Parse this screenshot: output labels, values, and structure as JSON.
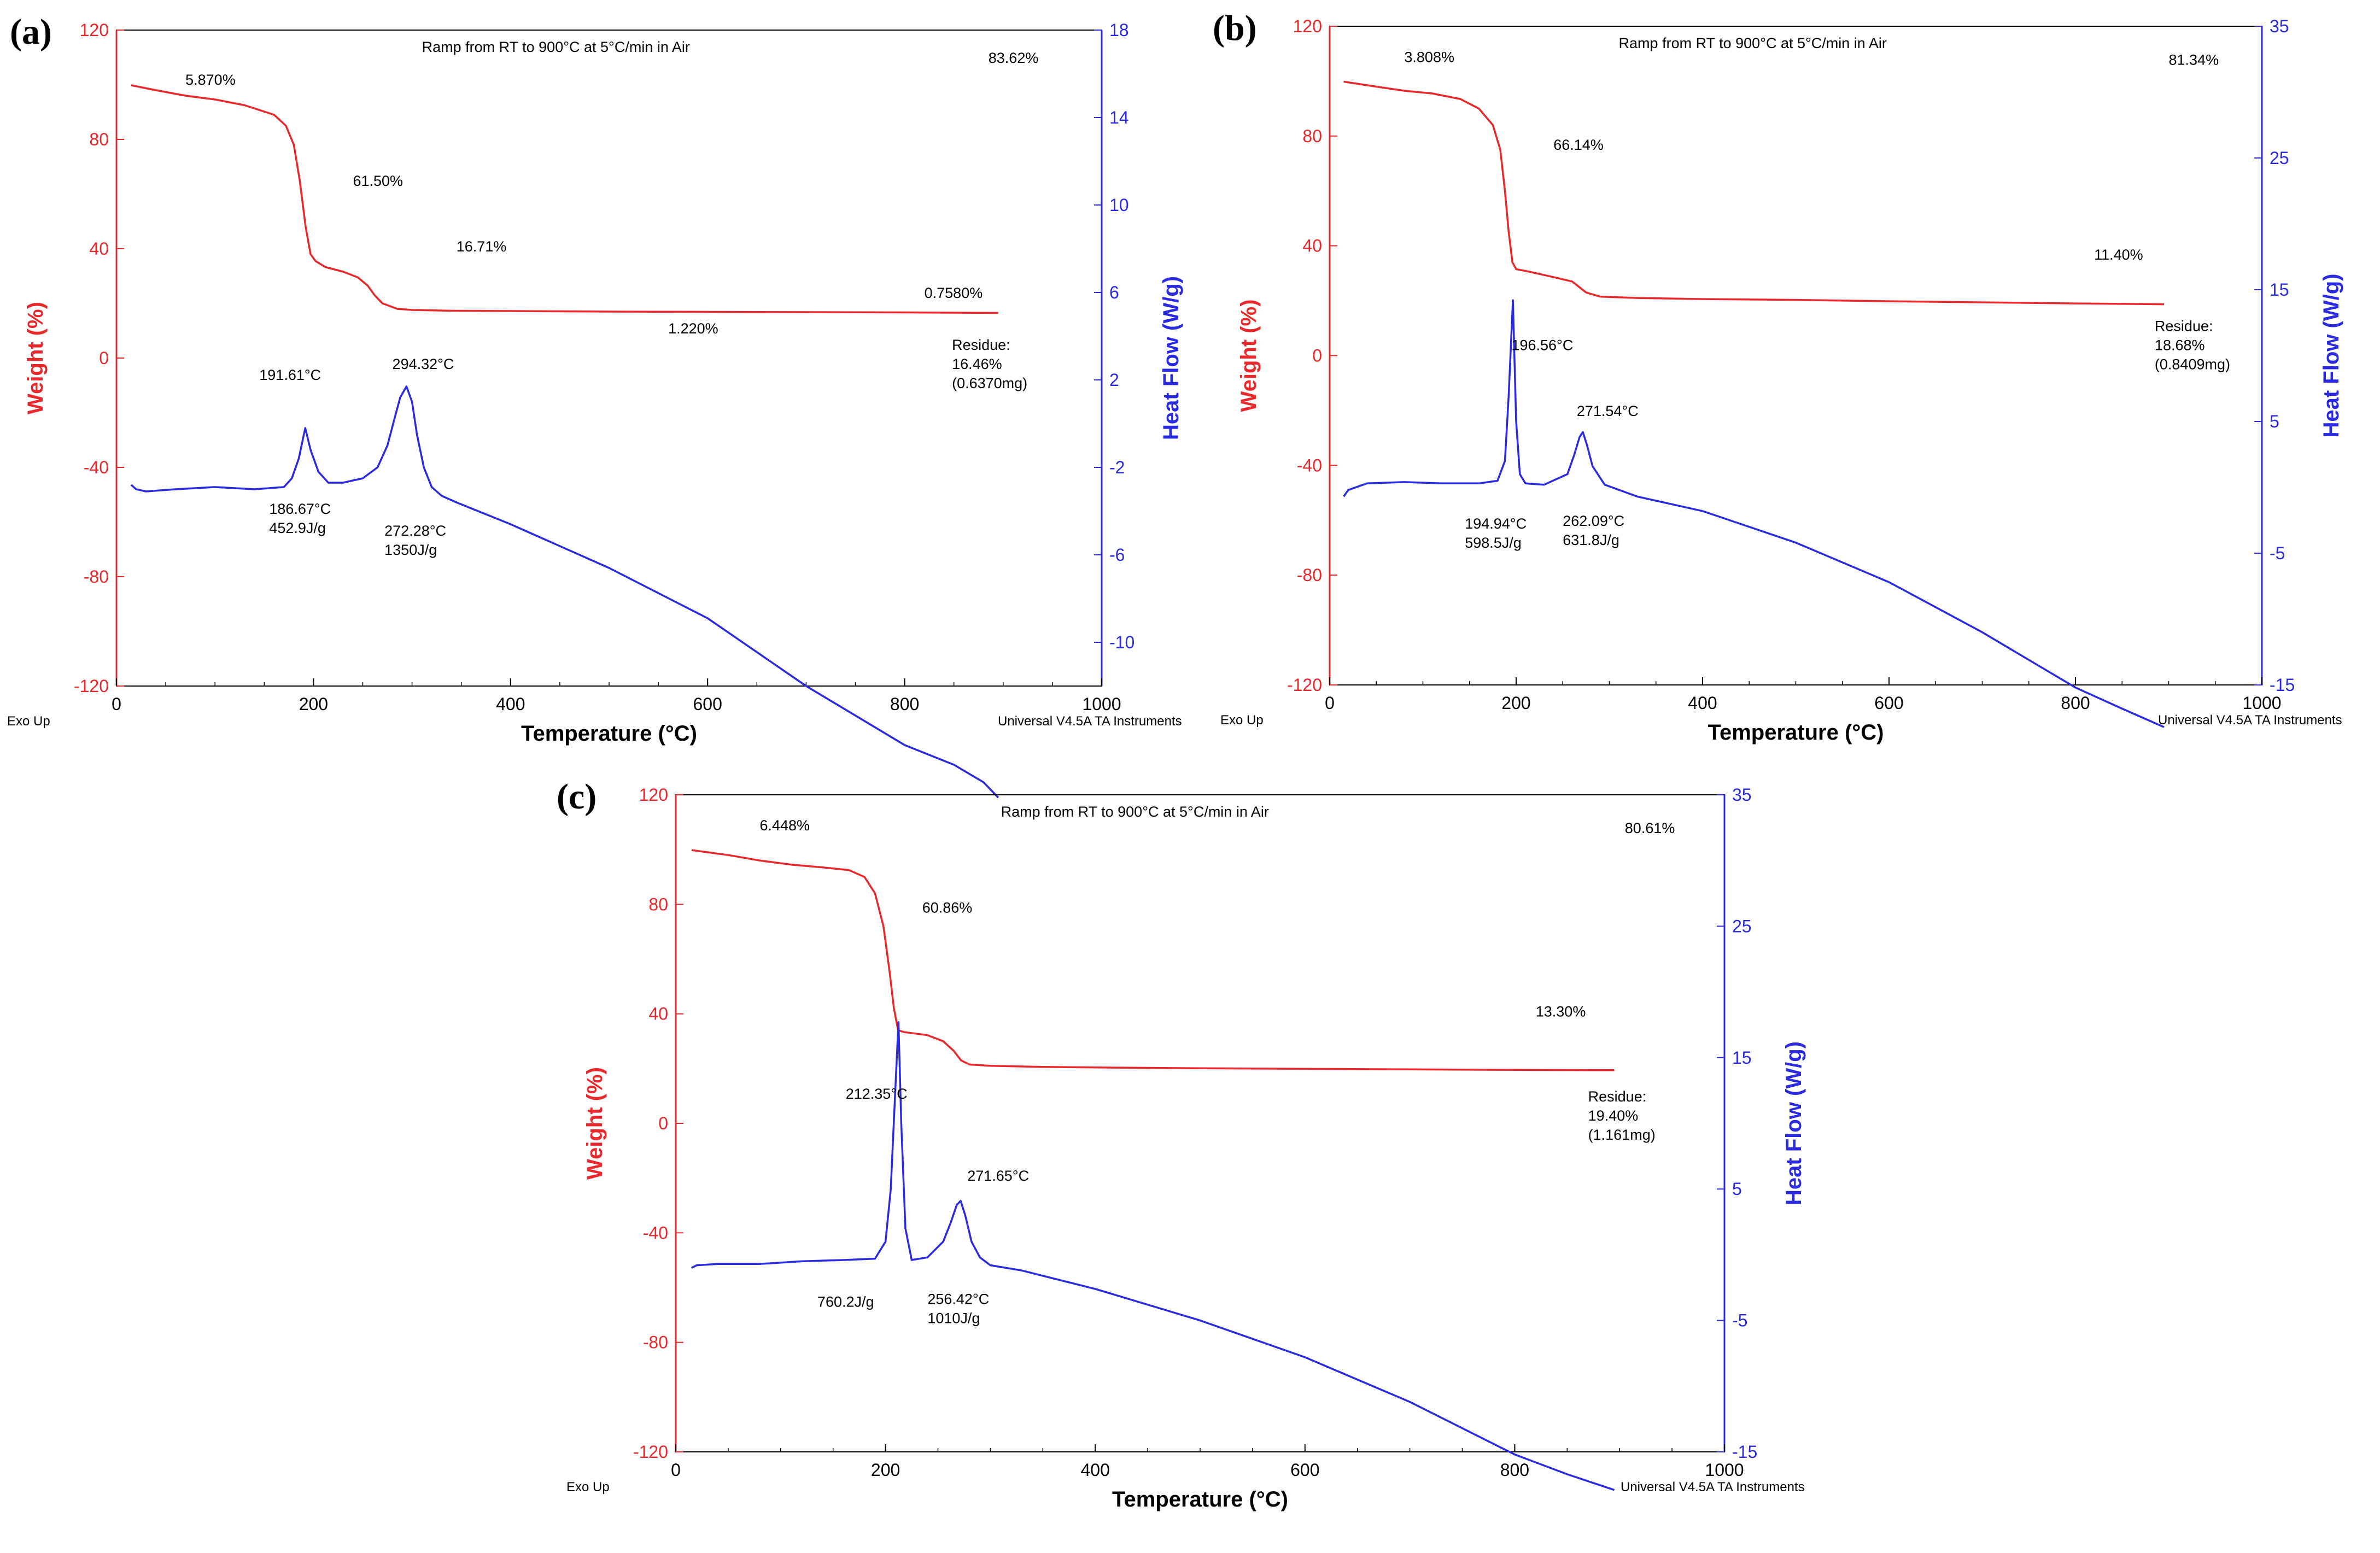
{
  "chart_data": [
    {
      "type": "line",
      "panel_label": "(a)",
      "title": "Ramp from RT to 900°C at 5°C/min in Air",
      "xlabel": "Temperature (°C)",
      "ylabel_left": "Weight (%)",
      "ylabel_right": "Heat Flow (W/g)",
      "footer_left": "Exo Up",
      "footer_right": "Universal V4.5A TA Instruments",
      "xlim": [
        0,
        1000
      ],
      "ylim_left": [
        -120,
        120
      ],
      "ylim_right": [
        -12,
        18
      ],
      "x_ticks": [
        0,
        200,
        400,
        600,
        800,
        1000
      ],
      "y_left_ticks": [
        -120,
        -80,
        -40,
        0,
        40,
        80,
        120
      ],
      "y_right_ticks": [
        -10,
        -6,
        -2,
        2,
        6,
        10,
        14,
        18
      ],
      "grid": false,
      "colors": {
        "weight": "#e8282b",
        "heat_flow": "#2a2ae0",
        "axis_left": "#e8282b",
        "axis_right": "#2a2ae0",
        "marker": "#000000"
      },
      "series": [
        {
          "name": "Weight (%)",
          "axis": "left",
          "color": "#e8282b",
          "x": [
            15,
            40,
            70,
            100,
            130,
            160,
            172,
            180,
            186,
            192,
            197,
            202,
            212,
            230,
            245,
            255,
            262,
            270,
            285,
            300,
            340,
            400,
            450,
            500,
            600,
            700,
            800,
            895
          ],
          "y": [
            99.8,
            98,
            96,
            94.6,
            92.5,
            89,
            85,
            78,
            65,
            48,
            38,
            35.5,
            33.3,
            31.6,
            29.5,
            26.5,
            23,
            20,
            18,
            17.6,
            17.3,
            17.2,
            17.1,
            17.0,
            16.9,
            16.8,
            16.7,
            16.5
          ]
        },
        {
          "name": "Heat Flow (W/g)",
          "axis": "right",
          "color": "#2a2ae0",
          "x": [
            15,
            20,
            30,
            60,
            100,
            140,
            170,
            178,
            185,
            191.61,
            197,
            205,
            215,
            230,
            250,
            265,
            275,
            282,
            288,
            294.32,
            300,
            305,
            312,
            320,
            330,
            345,
            400,
            500,
            600,
            700,
            800,
            850,
            880,
            895
          ],
          "y": [
            -2.8,
            -3.0,
            -3.1,
            -3.0,
            -2.9,
            -3.0,
            -2.9,
            -2.5,
            -1.6,
            -0.2,
            -1.2,
            -2.2,
            -2.7,
            -2.7,
            -2.5,
            -2.0,
            -1.0,
            0.2,
            1.2,
            1.7,
            1.0,
            -0.5,
            -2.0,
            -2.9,
            -3.3,
            -3.6,
            -4.6,
            -6.6,
            -8.9,
            -12.0,
            -14.7,
            -15.6,
            -16.4,
            -17.1
          ]
        }
      ],
      "annotations": [
        {
          "text": "5.870%",
          "x": 70,
          "y": 100
        },
        {
          "text": "61.50%",
          "x": 240,
          "y": 63
        },
        {
          "text": "16.71%",
          "x": 345,
          "y": 39
        },
        {
          "text": "1.220%",
          "x": 560,
          "y": 9
        },
        {
          "text": "83.62%",
          "x": 885,
          "y": 108
        },
        {
          "text": "0.7580%",
          "x": 820,
          "y": 22
        },
        {
          "text": "Residue:",
          "x": 848,
          "y": 3
        },
        {
          "text": "16.46%",
          "x": 848,
          "y": -4
        },
        {
          "text": "(0.6370mg)",
          "x": 848,
          "y": -11
        },
        {
          "text": "191.61°C",
          "x": 145,
          "y": -8
        },
        {
          "text": "294.32°C",
          "x": 280,
          "y": -4
        },
        {
          "text": "186.67°C",
          "x": 155,
          "y": -57
        },
        {
          "text": "452.9J/g",
          "x": 155,
          "y": -64
        },
        {
          "text": "272.28°C",
          "x": 272,
          "y": -65
        },
        {
          "text": "1350J/g",
          "x": 272,
          "y": -72
        }
      ]
    },
    {
      "type": "line",
      "panel_label": "(b)",
      "title": "Ramp from RT to 900°C at 5°C/min in Air",
      "xlabel": "Temperature (°C)",
      "ylabel_left": "Weight (%)",
      "ylabel_right": "Heat Flow (W/g)",
      "footer_left": "Exo Up",
      "footer_right": "Universal V4.5A TA Instruments",
      "xlim": [
        0,
        1000
      ],
      "ylim_left": [
        -120,
        120
      ],
      "ylim_right": [
        -15,
        35
      ],
      "x_ticks": [
        0,
        200,
        400,
        600,
        800,
        1000
      ],
      "y_left_ticks": [
        -120,
        -80,
        -40,
        0,
        40,
        80,
        120
      ],
      "y_right_ticks": [
        -15,
        -5,
        5,
        15,
        25,
        35
      ],
      "grid": false,
      "colors": {
        "weight": "#e8282b",
        "heat_flow": "#2a2ae0",
        "axis_left": "#e8282b",
        "axis_right": "#2a2ae0",
        "marker": "#000000"
      },
      "series": [
        {
          "name": "Weight (%)",
          "axis": "left",
          "color": "#e8282b",
          "x": [
            15,
            50,
            80,
            110,
            140,
            160,
            175,
            183,
            188,
            192,
            196,
            200,
            215,
            240,
            260,
            275,
            290,
            330,
            400,
            500,
            600,
            700,
            800,
            895
          ],
          "y": [
            99.8,
            98,
            96.5,
            95.5,
            93.5,
            90,
            84,
            75,
            60,
            45,
            34,
            31.5,
            30.5,
            28.6,
            27,
            23,
            21.5,
            21,
            20.6,
            20.3,
            19.8,
            19.4,
            19.0,
            18.7
          ]
        },
        {
          "name": "Heat Flow (W/g)",
          "axis": "right",
          "color": "#2a2ae0",
          "x": [
            15,
            20,
            40,
            80,
            120,
            160,
            180,
            188,
            192,
            196.56,
            200,
            204,
            210,
            230,
            255,
            262,
            268,
            271.54,
            276,
            282,
            295,
            330,
            400,
            500,
            600,
            700,
            800,
            850,
            895
          ],
          "y": [
            -0.7,
            -0.2,
            0.3,
            0.4,
            0.3,
            0.3,
            0.5,
            2.0,
            7.0,
            14.2,
            5.0,
            1.0,
            0.3,
            0.2,
            1.0,
            2.4,
            3.8,
            4.2,
            3.2,
            1.6,
            0.2,
            -0.7,
            -1.8,
            -4.2,
            -7.2,
            -11.0,
            -15.2,
            -16.8,
            -18.2
          ]
        }
      ],
      "annotations": [
        {
          "text": "3.808%",
          "x": 80,
          "y": 107
        },
        {
          "text": "66.14%",
          "x": 240,
          "y": 75
        },
        {
          "text": "81.34%",
          "x": 900,
          "y": 106
        },
        {
          "text": "11.40%",
          "x": 820,
          "y": 35
        },
        {
          "text": "Residue:",
          "x": 885,
          "y": 9
        },
        {
          "text": "18.68%",
          "x": 885,
          "y": 2
        },
        {
          "text": "(0.8409mg)",
          "x": 885,
          "y": -5
        },
        {
          "text": "196.56°C",
          "x": 195,
          "y": 2
        },
        {
          "text": "271.54°C",
          "x": 265,
          "y": -22
        },
        {
          "text": "194.94°C",
          "x": 145,
          "y": -63
        },
        {
          "text": "598.5J/g",
          "x": 145,
          "y": -70
        },
        {
          "text": "262.09°C",
          "x": 250,
          "y": -62
        },
        {
          "text": "631.8J/g",
          "x": 250,
          "y": -69
        }
      ]
    },
    {
      "type": "line",
      "panel_label": "(c)",
      "title": "Ramp from RT to 900°C at 5°C/min in Air",
      "xlabel": "Temperature (°C)",
      "ylabel_left": "Weight (%)",
      "ylabel_right": "Heat Flow (W/g)",
      "footer_left": "Exo Up",
      "footer_right": "Universal V4.5A TA Instruments",
      "xlim": [
        0,
        1000
      ],
      "ylim_left": [
        -120,
        120
      ],
      "ylim_right": [
        -15,
        35
      ],
      "x_ticks": [
        0,
        200,
        400,
        600,
        800,
        1000
      ],
      "y_left_ticks": [
        -120,
        -80,
        -40,
        0,
        40,
        80,
        120
      ],
      "y_right_ticks": [
        -15,
        -5,
        5,
        15,
        25,
        35
      ],
      "grid": false,
      "colors": {
        "weight": "#e8282b",
        "heat_flow": "#2a2ae0",
        "axis_left": "#e8282b",
        "axis_right": "#2a2ae0",
        "marker": "#000000"
      },
      "series": [
        {
          "name": "Weight (%)",
          "axis": "left",
          "color": "#e8282b",
          "x": [
            15,
            50,
            80,
            110,
            140,
            165,
            180,
            190,
            198,
            204,
            208,
            212,
            218,
            240,
            255,
            265,
            272,
            280,
            300,
            350,
            400,
            500,
            600,
            700,
            800,
            895
          ],
          "y": [
            99.8,
            98,
            96,
            94.5,
            93.5,
            92.5,
            90,
            84,
            72,
            55,
            42,
            34,
            33.3,
            32.2,
            30,
            26.5,
            23,
            21.5,
            21,
            20.6,
            20.4,
            20.1,
            19.9,
            19.7,
            19.5,
            19.4
          ]
        },
        {
          "name": "Heat Flow (W/g)",
          "axis": "right",
          "color": "#2a2ae0",
          "x": [
            15,
            20,
            40,
            80,
            120,
            160,
            190,
            200,
            205,
            209,
            212.35,
            215,
            219,
            225,
            240,
            255,
            262,
            268,
            271.65,
            276,
            282,
            290,
            300,
            330,
            400,
            500,
            600,
            700,
            800,
            850,
            895
          ],
          "y": [
            -1.0,
            -0.8,
            -0.7,
            -0.7,
            -0.5,
            -0.4,
            -0.3,
            1.0,
            5.0,
            12.0,
            17.7,
            10.0,
            2.0,
            -0.4,
            -0.2,
            1.0,
            2.4,
            3.8,
            4.1,
            3.0,
            1.0,
            -0.2,
            -0.8,
            -1.2,
            -2.6,
            -5.0,
            -7.8,
            -11.2,
            -15.2,
            -16.7,
            -17.9
          ]
        }
      ],
      "annotations": [
        {
          "text": "6.448%",
          "x": 80,
          "y": 107
        },
        {
          "text": "60.86%",
          "x": 235,
          "y": 77
        },
        {
          "text": "80.61%",
          "x": 905,
          "y": 106
        },
        {
          "text": "13.30%",
          "x": 820,
          "y": 39
        },
        {
          "text": "Residue:",
          "x": 870,
          "y": 8
        },
        {
          "text": "19.40%",
          "x": 870,
          "y": 1
        },
        {
          "text": "(1.161mg)",
          "x": 870,
          "y": -6
        },
        {
          "text": "212.35°C",
          "x": 162,
          "y": 9
        },
        {
          "text": "271.65°C",
          "x": 278,
          "y": -21
        },
        {
          "text": "760.2J/g",
          "x": 135,
          "y": -67
        },
        {
          "text": "256.42°C",
          "x": 240,
          "y": -66
        },
        {
          "text": "1010J/g",
          "x": 240,
          "y": -73
        }
      ]
    }
  ]
}
